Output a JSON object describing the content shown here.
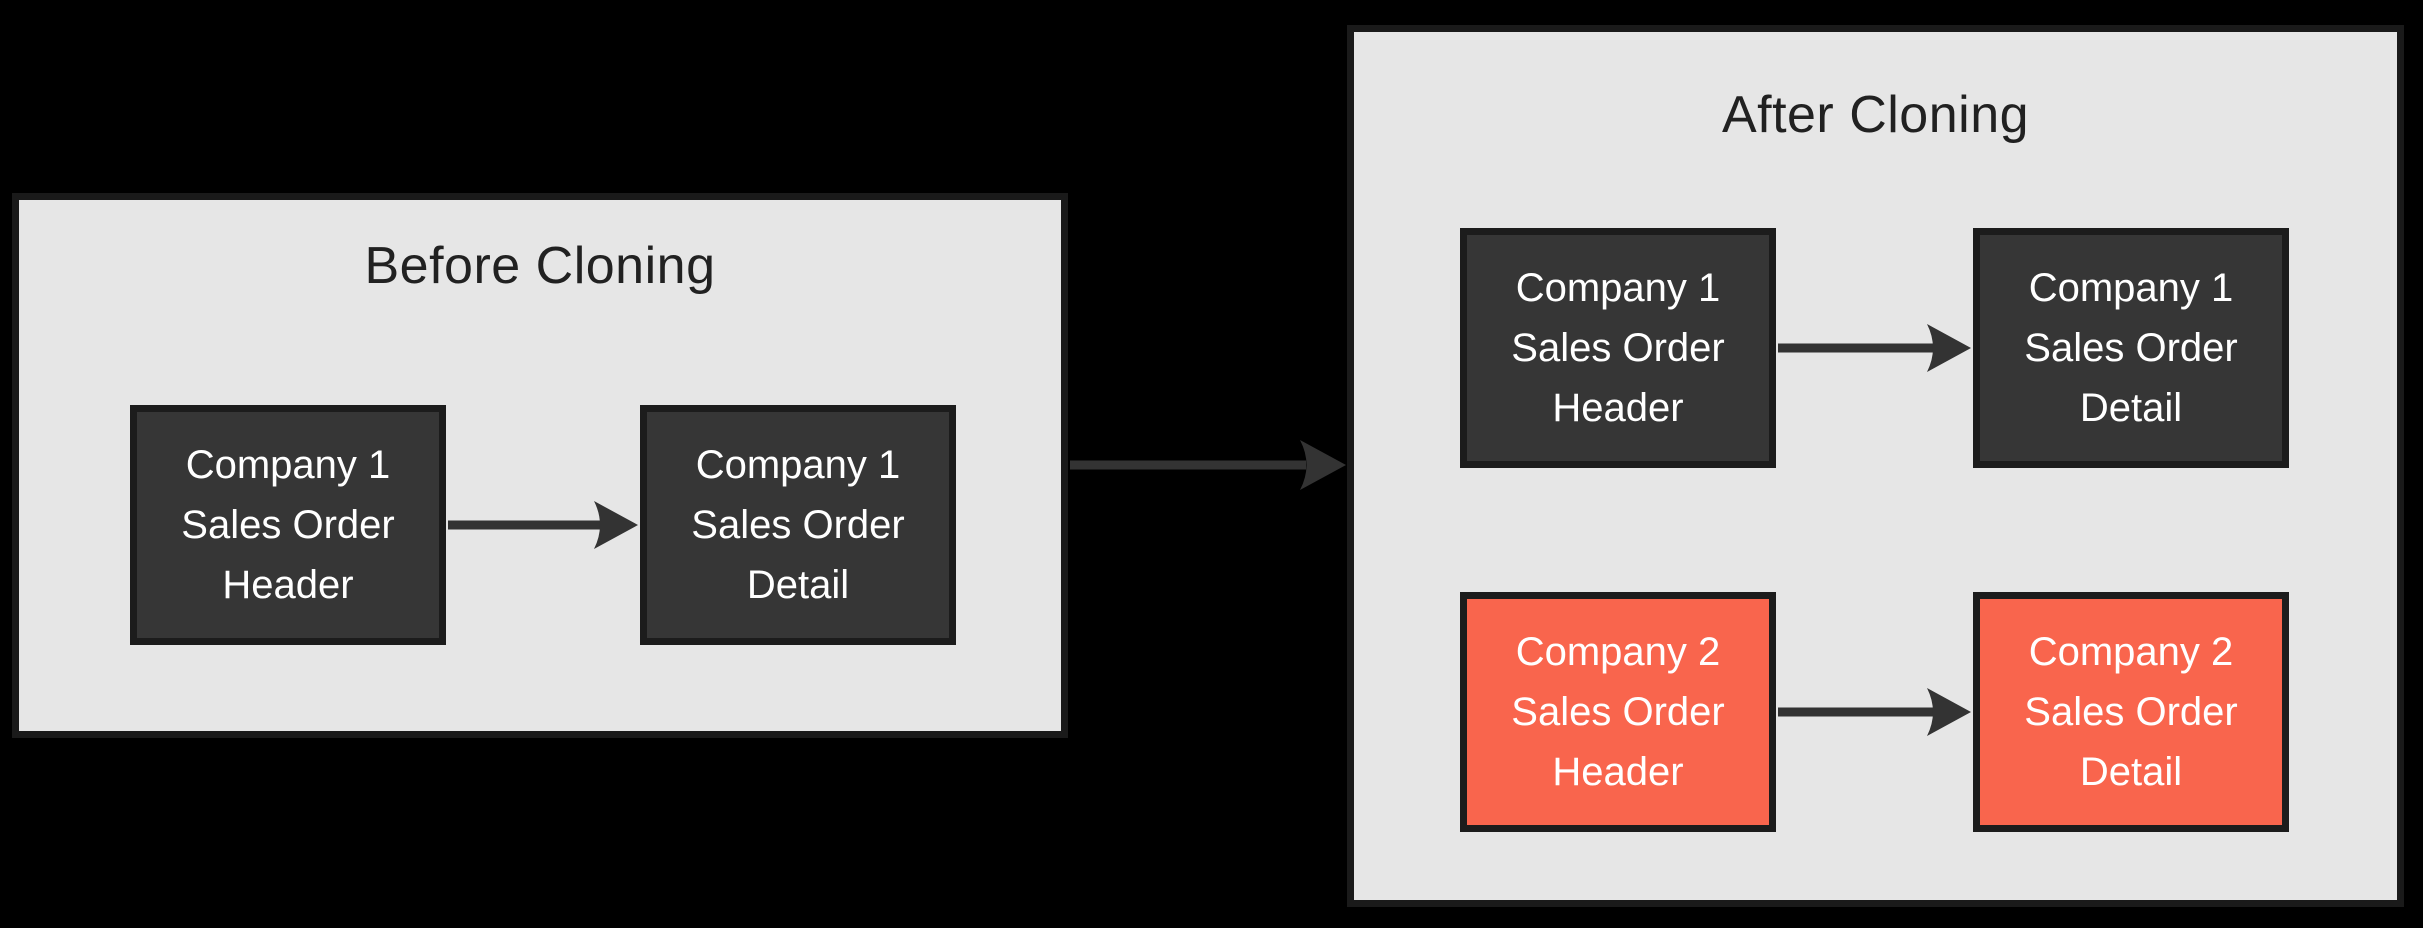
{
  "panels": {
    "before": {
      "title": "Before Cloning",
      "boxes": [
        {
          "lines": [
            "Company 1",
            "Sales Order",
            "Header"
          ],
          "style": "dark"
        },
        {
          "lines": [
            "Company 1",
            "Sales Order",
            "Detail"
          ],
          "style": "dark"
        }
      ]
    },
    "after": {
      "title": "After Cloning",
      "rows": [
        {
          "boxes": [
            {
              "lines": [
                "Company 1",
                "Sales Order",
                "Header"
              ],
              "style": "dark"
            },
            {
              "lines": [
                "Company 1",
                "Sales Order",
                "Detail"
              ],
              "style": "dark"
            }
          ]
        },
        {
          "boxes": [
            {
              "lines": [
                "Company 2",
                "Sales Order",
                "Header"
              ],
              "style": "accent"
            },
            {
              "lines": [
                "Company 2",
                "Sales Order",
                "Detail"
              ],
              "style": "accent"
            }
          ]
        }
      ]
    }
  },
  "connectors": [
    {
      "name": "company1-header-to-detail-before"
    },
    {
      "name": "before-to-after"
    },
    {
      "name": "company1-header-to-detail-after"
    },
    {
      "name": "company2-header-to-detail-after"
    }
  ],
  "colors": {
    "background": "#000000",
    "panel_fill": "#E6E6E6",
    "panel_border": "#1A1A1A",
    "dark_box_fill": "#363636",
    "box_border": "#1C1C1C",
    "accent_box_fill": "#F9654D",
    "box_text": "#FFFFFF",
    "title_text": "#212121",
    "arrow": "#333333"
  }
}
